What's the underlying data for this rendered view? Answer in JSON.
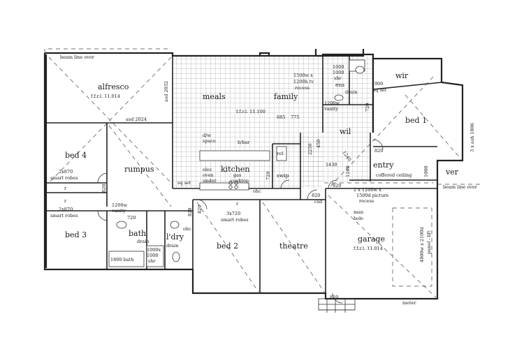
{
  "rooms": {
    "alfresco": "alfresco",
    "alfresco_ffl": "f.f.r.l. 11.014",
    "meals": "meals",
    "family": "family",
    "family_ffl": "f.f.r.l. 11.100",
    "wir": "wir",
    "bed1": "bed 1",
    "bed4": "bed 4",
    "rumpus": "rumpus",
    "kitchen": "kitchen",
    "wil": "wil",
    "entry": "entry",
    "ver": "ver",
    "bed3": "bed 3",
    "bath": "bath",
    "ldry": "l'dry",
    "bed2": "bed 2",
    "theatre": "theatre",
    "garage": "garage",
    "garage_ffl": "f.f.r.l. 11.014",
    "ens": "ens",
    "swip": "swip",
    "ref": "ref."
  },
  "notes": {
    "beam_line_over_top": "beam line over",
    "beam_line_over_right": "beam line over",
    "asd_2032": "asd 2032",
    "asd_2024": "asd 2024",
    "tv_recess_1": "1500w x",
    "tv_recess_2": "1200h tv",
    "tv_recess_3": "recess",
    "shr_1000": "1000",
    "shr_1000b": "1000",
    "shr": "shr",
    "ens_drain": "drain",
    "dim_900": "900",
    "sq_set_1": "sq set",
    "vanity_1200_1": "1200w",
    "vanity_1200_2": "vanity",
    "dim_720_a": "720",
    "dim_885": "885",
    "dim_775": "775",
    "dim_820_a": "820",
    "dim_3x": "3 x ash 1806",
    "dw_space": "d/w",
    "dw_space2": "space",
    "bbar": "b/bar",
    "dim_2250": "2250",
    "dim_450": "450",
    "dim_1430": "1430",
    "dim_1240": "1240",
    "elec_oven_1": "elec",
    "elec_oven_2": "oven",
    "elec_oven_3": "under",
    "gas_cooktop_1": "gas",
    "gas_cooktop_2": "cooktop",
    "sq_set_2": "sq set",
    "dim_720_b": "720",
    "ohc_1": "ohc",
    "coffered": "coffered ceiling",
    "dim_1000": "1000",
    "dim_1240b": "1240",
    "dim_820_b": "820",
    "dim_820_c": "820",
    "csd": "csd",
    "picture_recess_1": "2 x 1200w x",
    "picture_recess_2": "1500d picture",
    "picture_recess_3": "recess",
    "robes_2x870_a": "2x870",
    "smart_robes_a": "smart robes",
    "r_a": "r",
    "r_b": "r",
    "robes_2x870_b": "2x870",
    "smart_robes_b": "smart robes",
    "dim_820_d": "820",
    "vanity_1200_3": "1200w",
    "vanity_1200_4": "vanity",
    "dim_720_c": "720",
    "ohc_2": "ohc",
    "bath_drain": "drain",
    "ldry_drain": "drain",
    "robes_3x720": "3x720",
    "smart_robes_c": "smart robes",
    "r_c": "r",
    "dim_820_e": "820",
    "dim_820_f": "820",
    "man_hole_1": "man",
    "man_hole_2": "hole",
    "panel_lift_1": "4800w x 2100d",
    "panel_lift_2": "panel - lift",
    "bath_1800": "1800 bath",
    "shr_1000_1000": "1000x",
    "shr_1000_1000b": "1000",
    "shr_b": "shr",
    "dim_820_g": "820",
    "meter": "meter"
  }
}
